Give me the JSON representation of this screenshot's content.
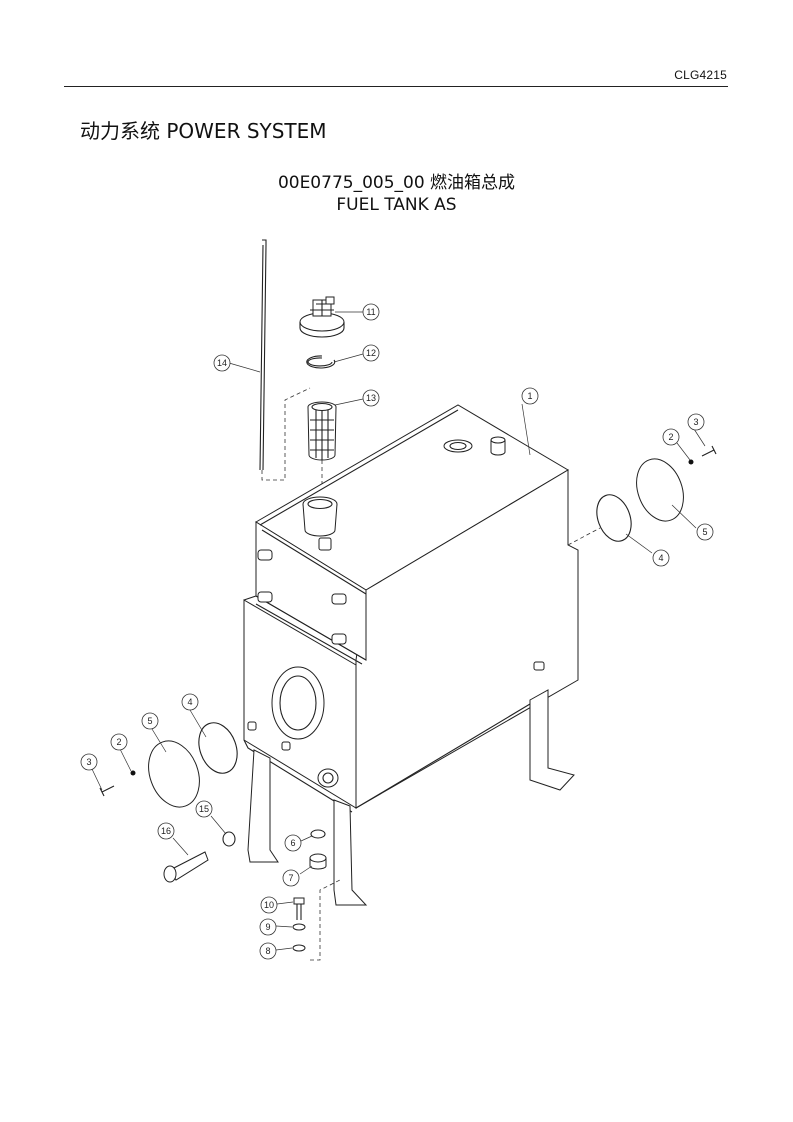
{
  "header": {
    "doc_code": "CLG4215",
    "section_title": "动力系统  POWER SYSTEM"
  },
  "assembly": {
    "code_line": "00E0775_005_00  燃油箱总成",
    "name_line": "FUEL TANK AS"
  },
  "callouts": {
    "c1": "1",
    "c2a": "2",
    "c2b": "2",
    "c3a": "3",
    "c3b": "3",
    "c4a": "4",
    "c4b": "4",
    "c5a": "5",
    "c5b": "5",
    "c6": "6",
    "c7": "7",
    "c8": "8",
    "c9": "9",
    "c10": "10",
    "c11": "11",
    "c12": "12",
    "c13": "13",
    "c14": "14",
    "c15": "15",
    "c16": "16"
  }
}
